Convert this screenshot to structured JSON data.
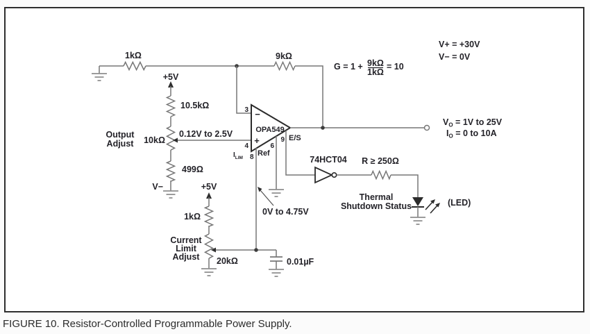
{
  "figure": {
    "caption": "FIGURE 10. Resistor-Controlled Programmable Power Supply."
  },
  "colors": {
    "wire": "#767676",
    "ground_symbol": "#8f8f8f",
    "component_dark": "#2b2b2b",
    "text": "#232228",
    "background": "#ffffff"
  },
  "components": {
    "opamp": "OPA549",
    "inverter": "74HCT04",
    "r_input": "1kΩ",
    "r_feedback": "9kΩ",
    "r_divider_top": "10.5kΩ",
    "pot_output": "10kΩ",
    "r_divider_bottom": "499Ω",
    "r_current_limit_top": "1kΩ",
    "pot_current_limit": "20kΩ",
    "r_led": "R ≥ 250Ω",
    "cap_ilim": "0.01µF",
    "led_note": "(LED)"
  },
  "rails": {
    "plus5_output": "+5V",
    "plus5_current_limit": "+5V",
    "vminus": "V−"
  },
  "opamp_pins": {
    "inverting_num": "3",
    "noninverting_num": "4",
    "ilim_num": "8",
    "ref_num": "6",
    "es_num": "9",
    "minus_sign": "−",
    "plus_sign": "+",
    "ilim_sym": "I",
    "ilim_sub": "LIM",
    "ref_label": "Ref",
    "es_label": "E/S"
  },
  "annotations": {
    "gain_prefix": "G = 1 +",
    "gain_numerator": "9kΩ",
    "gain_denominator": "1kΩ",
    "gain_result": "= 10",
    "supply_positive": "V+ = +30V",
    "supply_negative": "V− = 0V",
    "vout_sym": "V",
    "vout_sub": "O",
    "vout_val": " = 1V to 25V",
    "iout_sym": "I",
    "iout_sub": "O",
    "iout_val": " = 0 to 10A",
    "wiper_range": "0.12V to 2.5V",
    "ilim_range": "0V to 4.75V",
    "output_adjust_line1": "Output",
    "output_adjust_line2": "Adjust",
    "current_limit_line1": "Current",
    "current_limit_line2": "Limit",
    "current_limit_line3": "Adjust",
    "thermal_line1": "Thermal",
    "thermal_line2": "Shutdown Status"
  }
}
